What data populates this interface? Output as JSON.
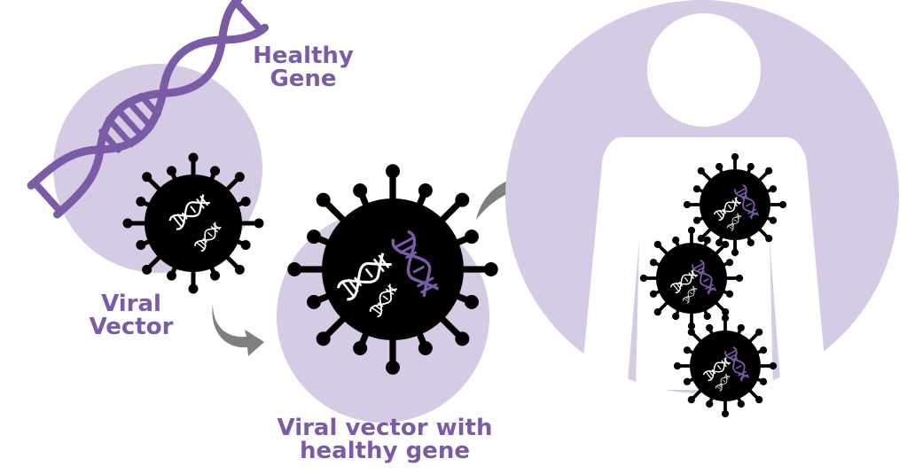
{
  "diagram": {
    "title": "Gene therapy using a viral vector",
    "colors": {
      "accent_purple": "#7b5aa6",
      "circle_lavender": "#d5cbe4",
      "virus_black": "#000000",
      "arrow_gray": "#7f7f7f",
      "body_white": "#ffffff"
    },
    "labels": {
      "healthy_gene": [
        "Healthy",
        "Gene"
      ],
      "viral_vector": [
        "Viral",
        "Vector"
      ],
      "combined": [
        "Viral vector with",
        "healthy gene"
      ]
    },
    "steps": [
      {
        "id": "healthy-gene",
        "icon": "dna-helix-icon"
      },
      {
        "id": "viral-vector",
        "icon": "virus-icon"
      },
      {
        "id": "viral-vector-with-gene",
        "icon": "virus-with-dna-icon"
      },
      {
        "id": "patient",
        "icon": "person-silhouette-icon",
        "virus_count": 3
      }
    ],
    "arrows": [
      {
        "from": "viral-vector",
        "to": "viral-vector-with-gene",
        "icon": "curved-arrow-icon"
      },
      {
        "from": "viral-vector-with-gene",
        "to": "patient",
        "icon": "curved-arrow-icon"
      }
    ]
  }
}
